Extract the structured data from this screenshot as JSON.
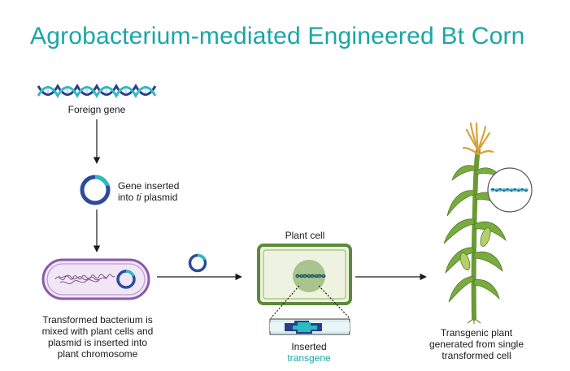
{
  "title": "Agrobacterium-mediated Engineered Bt Corn",
  "labels": {
    "foreign_gene": "Foreign gene",
    "plasmid_line1": "Gene inserted",
    "plasmid_line2_pre": "into ",
    "plasmid_line2_italic": "ti",
    "plasmid_line2_post": " plasmid",
    "bacterium_line1": "Transformed bacterium is",
    "bacterium_line2": "mixed with plant cells and",
    "bacterium_line3": "plasmid is inserted into",
    "bacterium_line4": "plant chromosome",
    "plant_cell": "Plant cell",
    "inserted": "Inserted",
    "transgene": "transgene",
    "plant_line1": "Transgenic plant",
    "plant_line2": "generated from single",
    "plant_line3": "transformed cell"
  },
  "colors": {
    "title": "#1aa6a8",
    "dna_dark": "#253f8f",
    "dna_teal": "#2bbbc0",
    "bacterium_fill": "#f0e6f5",
    "bacterium_stroke": "#8a5aa8",
    "cell_wall": "#5c8a3a",
    "cell_fill": "#eef2e0",
    "plant_green": "#6b9a36",
    "tassel": "#d9a23b",
    "arrow": "#1a1a1a"
  }
}
